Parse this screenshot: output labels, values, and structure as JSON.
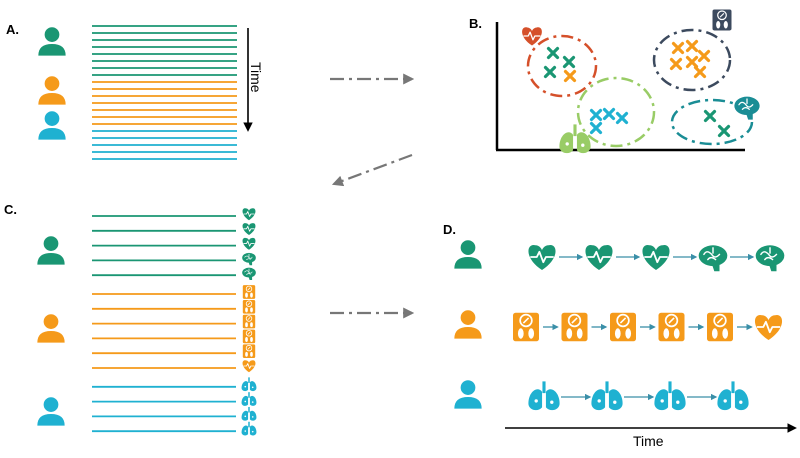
{
  "panels": {
    "a": {
      "label": "A.",
      "time_label": "Time"
    },
    "b": {
      "label": "B."
    },
    "c": {
      "label": "C."
    },
    "d": {
      "label": "D.",
      "time_label": "Time"
    }
  },
  "colors": {
    "green": "#1a9673",
    "orange": "#f59a1a",
    "blue": "#1fb1d1",
    "red": "#d5502a",
    "slate": "#3c4a5e",
    "lightgreen": "#99cc66",
    "teal": "#1a8d95",
    "arrow": "#777777"
  },
  "panel_a": {
    "patients": [
      {
        "color": "green",
        "visits": 8
      },
      {
        "color": "orange",
        "visits": 7
      },
      {
        "color": "blue",
        "visits": 5
      }
    ]
  },
  "panel_b": {
    "clusters": [
      {
        "name": "heart",
        "ring": "red",
        "icon": "heart-icon",
        "icon_color": "red",
        "markers": [
          {
            "color": "green",
            "count": 3
          },
          {
            "color": "orange",
            "count": 1
          }
        ]
      },
      {
        "name": "scale",
        "ring": "slate",
        "icon": "scale-icon",
        "icon_color": "slate",
        "markers": [
          {
            "color": "orange",
            "count": 6
          }
        ]
      },
      {
        "name": "lung",
        "ring": "lightgreen",
        "icon": "lung-icon",
        "icon_color": "lightgreen",
        "markers": [
          {
            "color": "blue",
            "count": 4
          }
        ]
      },
      {
        "name": "brain",
        "ring": "teal",
        "icon": "brain-icon",
        "icon_color": "teal",
        "markers": [
          {
            "color": "green",
            "count": 2
          }
        ]
      }
    ]
  },
  "panel_c": {
    "patients": [
      {
        "color": "green",
        "visits": [
          {
            "icon": "heart-icon",
            "color": "green"
          },
          {
            "icon": "heart-icon",
            "color": "green"
          },
          {
            "icon": "heart-icon",
            "color": "green"
          },
          {
            "icon": "brain-icon",
            "color": "green"
          },
          {
            "icon": "brain-icon",
            "color": "green"
          }
        ]
      },
      {
        "color": "orange",
        "visits": [
          {
            "icon": "scale-icon",
            "color": "orange"
          },
          {
            "icon": "scale-icon",
            "color": "orange"
          },
          {
            "icon": "scale-icon",
            "color": "orange"
          },
          {
            "icon": "scale-icon",
            "color": "orange"
          },
          {
            "icon": "scale-icon",
            "color": "orange"
          },
          {
            "icon": "heart-icon",
            "color": "orange"
          }
        ]
      },
      {
        "color": "blue",
        "visits": [
          {
            "icon": "lung-icon",
            "color": "blue"
          },
          {
            "icon": "lung-icon",
            "color": "blue"
          },
          {
            "icon": "lung-icon",
            "color": "blue"
          },
          {
            "icon": "lung-icon",
            "color": "blue"
          }
        ]
      }
    ]
  },
  "panel_d": {
    "patients": [
      {
        "color": "green",
        "sequence": [
          "heart-icon",
          "heart-icon",
          "heart-icon",
          "brain-icon",
          "brain-icon"
        ]
      },
      {
        "color": "orange",
        "sequence": [
          "scale-icon",
          "scale-icon",
          "scale-icon",
          "scale-icon",
          "scale-icon",
          "heart-icon"
        ]
      },
      {
        "color": "blue",
        "sequence": [
          "lung-icon",
          "lung-icon",
          "lung-icon",
          "lung-icon"
        ]
      }
    ]
  }
}
